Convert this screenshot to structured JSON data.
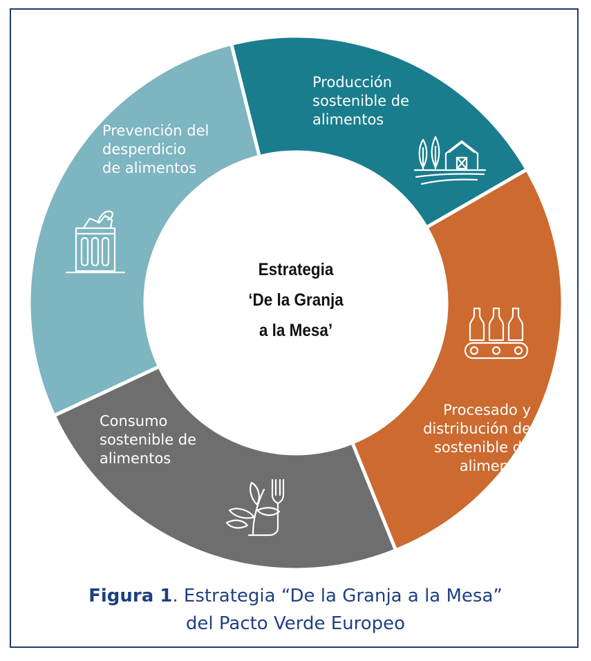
{
  "diagram": {
    "center_title": "Estrategia\n‘De la Granja\na la Mesa’",
    "segments": [
      {
        "id": "produccion",
        "label": "Producción\nsostenible de\nalimentos",
        "color": "#1a7d8e",
        "icon": "farm-barn-icon"
      },
      {
        "id": "procesado",
        "label": "Procesado y\ndistribución de\nsostenible de\nalimentos",
        "color": "#cc6a2f",
        "icon": "bottles-conveyor-icon"
      },
      {
        "id": "consumo",
        "label": "Consumo\nsostenible de\nalimentos",
        "color": "#6e6e6e",
        "icon": "plant-fork-icon"
      },
      {
        "id": "prevencion",
        "label": "Prevención del\ndesperdicio\nde alimentos",
        "color": "#7db5c0",
        "icon": "waste-bin-icon"
      }
    ]
  },
  "caption": {
    "figure_label": "Figura 1",
    "text_line1": ". Estrategia “De la Granja a la Mesa”",
    "text_line2": "del Pacto Verde Europeo"
  }
}
